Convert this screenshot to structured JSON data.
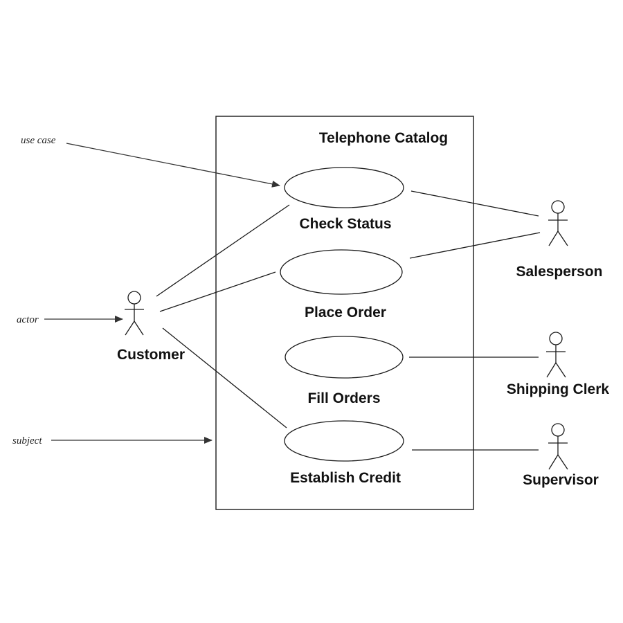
{
  "subject": {
    "title": "Telephone Catalog"
  },
  "use_cases": [
    {
      "id": "check-status",
      "label": "Check Status"
    },
    {
      "id": "place-order",
      "label": "Place Order"
    },
    {
      "id": "fill-orders",
      "label": "Fill Orders"
    },
    {
      "id": "establish-credit",
      "label": "Establish Credit"
    }
  ],
  "actors": [
    {
      "id": "customer",
      "label": "Customer"
    },
    {
      "id": "salesperson",
      "label": "Salesperson"
    },
    {
      "id": "shipping-clerk",
      "label": "Shipping Clerk"
    },
    {
      "id": "supervisor",
      "label": "Supervisor"
    }
  ],
  "annotations": {
    "use_case": "use case",
    "actor": "actor",
    "subject": "subject"
  },
  "associations": [
    {
      "actor": "customer",
      "use_case": "check-status"
    },
    {
      "actor": "customer",
      "use_case": "place-order"
    },
    {
      "actor": "customer",
      "use_case": "establish-credit"
    },
    {
      "actor": "salesperson",
      "use_case": "check-status"
    },
    {
      "actor": "salesperson",
      "use_case": "place-order"
    },
    {
      "actor": "shipping-clerk",
      "use_case": "fill-orders"
    },
    {
      "actor": "supervisor",
      "use_case": "establish-credit"
    }
  ]
}
